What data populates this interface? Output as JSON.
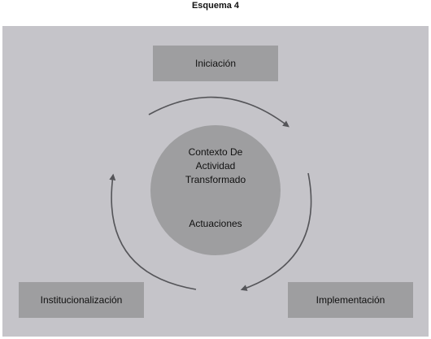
{
  "title": "Esquema 4",
  "stages": {
    "top": "Iniciación",
    "right": "Implementación",
    "left": "Institucionalización"
  },
  "center": {
    "lines": [
      "Contexto De",
      "Actividad",
      "Transformado"
    ],
    "sub": "Actuaciones"
  },
  "colors": {
    "panel": "#c5c4c9",
    "box": "#9e9ea0",
    "arrow": "#555559"
  }
}
